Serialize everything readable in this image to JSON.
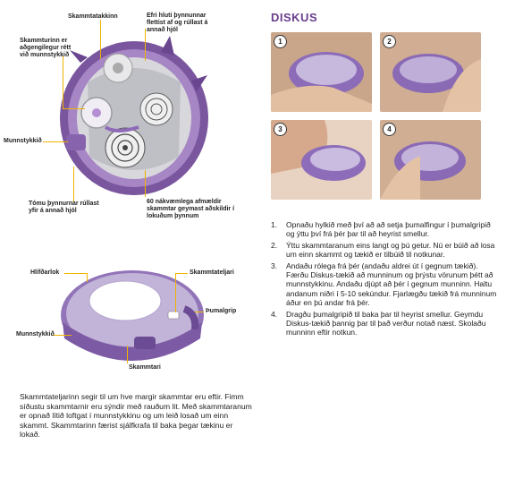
{
  "diagram_top": {
    "labels": {
      "counter_wheel": "Skammtatakkinn",
      "upper_part": "Efri hluti þynnunnar flettist af og rúllast á annað hjól",
      "dose_pointer": "Skammturinn er aðgengilegur rétt við munnstykkið",
      "mouthpiece": "Munnstykkið",
      "empty_foil": "Tómu þynnurnar rúllast yfir á annað hjól",
      "doses_stored": "60 nákvæmlega afmældir skammtar geymast aðskildir í lokuðum þynnum"
    }
  },
  "diagram_bottom": {
    "labels": {
      "cover": "Hlífðarlok",
      "counter": "Skammtateljari",
      "thumb_grip": "Þumalgrip",
      "mouthpiece": "Munnstykkið",
      "lever": "Skammtari"
    }
  },
  "description": "Skammtateljarinn segir til um hve margir skammtar eru eftir. Fimm síðustu skammtarnir eru sýndir með rauðum lit. Með skammtaranum er opnað lítið loftgat í munnstykkinu og um leið losað um einn skammt. Skammtarinn færist sjálfkrafa til baka þegar tækinu er lokað.",
  "section_title": "DISKUS",
  "photos": [
    {
      "number": "1"
    },
    {
      "number": "2"
    },
    {
      "number": "3"
    },
    {
      "number": "4"
    }
  ],
  "steps": [
    {
      "n": "1.",
      "text": "Opnaðu hylkið með því að að setja þumalfingur í þumalgripið og ýttu því frá þér þar til að heyrist smellur."
    },
    {
      "n": "2.",
      "text": "Ýttu skammtaranum eins langt og þú getur. Nú er búið að losa um einn skammt og tækið er tilbúið til notkunar."
    },
    {
      "n": "3.",
      "text": "Andaðu rólega frá þér (andaðu aldrei út í gegnum tækið). Færðu Diskus-tækið að munninum og þrýstu vörunum þétt að munnstykkinu. Andaðu djúpt að þér í gegnum munninn. Haltu andanum niðri í 5-10 sekúndur. Fjarlægðu tækið frá munninum áður en þú andar frá þér."
    },
    {
      "n": "4.",
      "text": "Dragðu þumalgripið til baka þar til heyrist smellur. Geymdu Diskus-tækið þannig þar til það verður notað næst. Skolaðu munninn eftir notkun."
    }
  ],
  "colors": {
    "accent_purple": "#6a3d8e",
    "callout_line": "#f0b400",
    "device_purple": "#8f6bb3",
    "device_light": "#cfc3e0"
  }
}
